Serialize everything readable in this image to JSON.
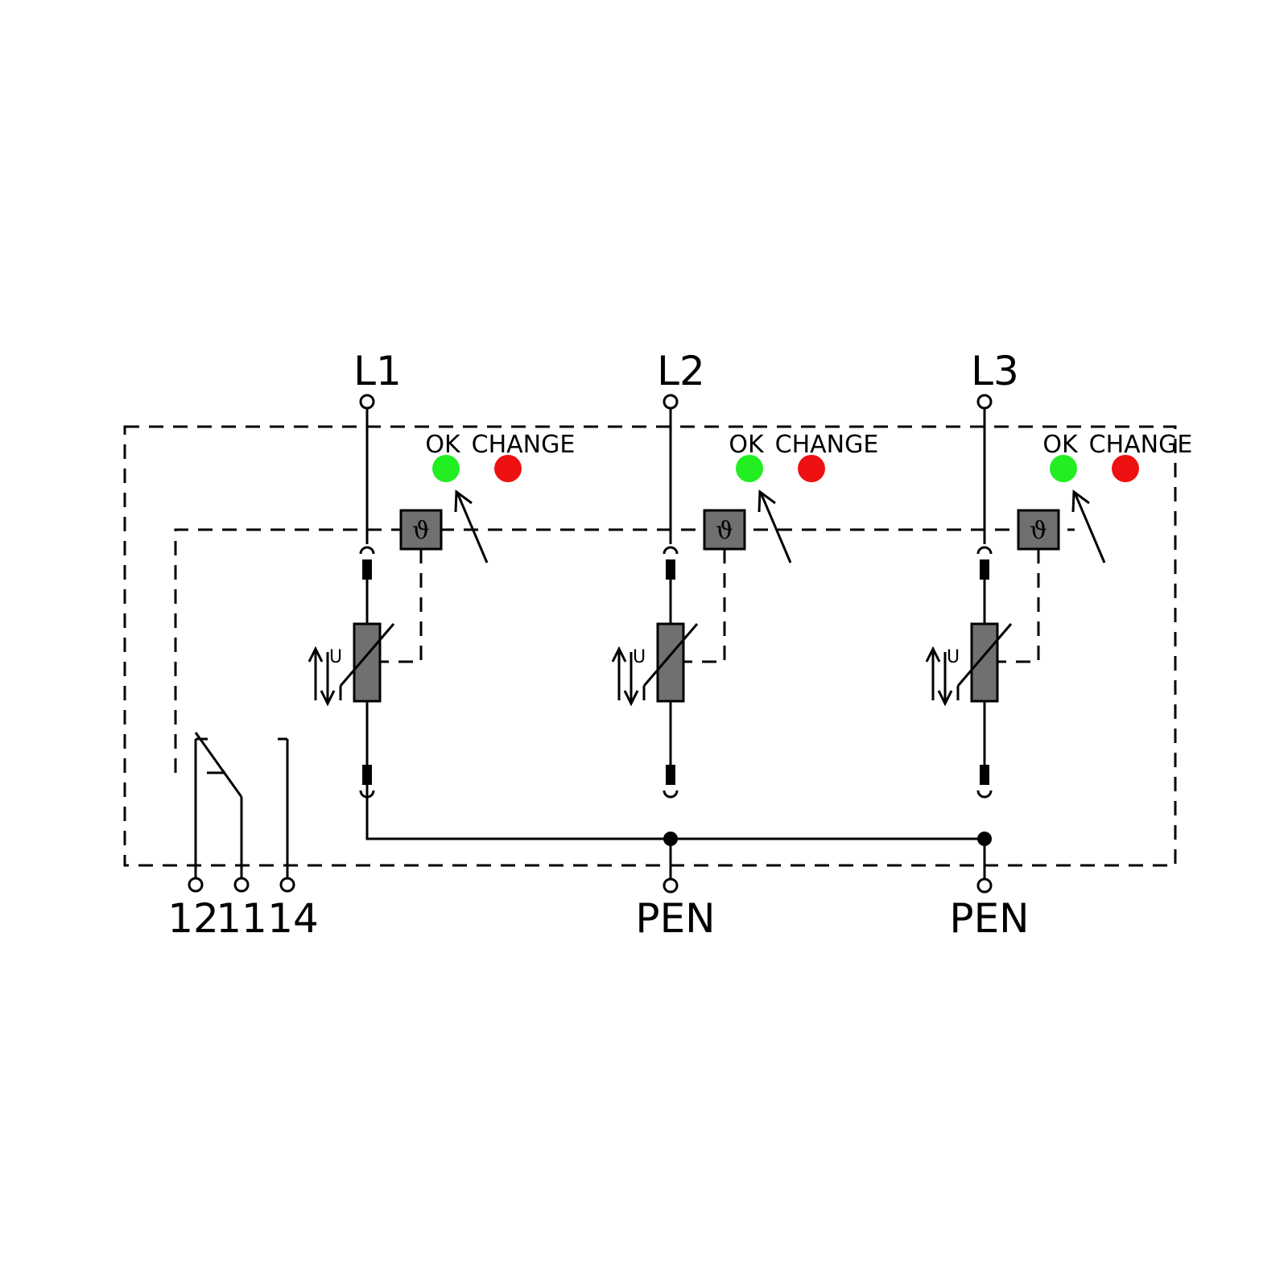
{
  "phases": [
    {
      "label": "L1",
      "ok_label": "OK",
      "change_label": "CHANGE",
      "thermal_symbol": "ϑ",
      "varistor_label": "U"
    },
    {
      "label": "L2",
      "ok_label": "OK",
      "change_label": "CHANGE",
      "thermal_symbol": "ϑ",
      "varistor_label": "U"
    },
    {
      "label": "L3",
      "ok_label": "OK",
      "change_label": "CHANGE",
      "thermal_symbol": "ϑ",
      "varistor_label": "U"
    }
  ],
  "pen_terminals": [
    "PEN",
    "PEN"
  ],
  "contact_terminals": [
    "12",
    "11",
    "14"
  ],
  "colors": {
    "ok_led": "#22ee22",
    "change_led": "#ee1111",
    "component_fill": "#707070",
    "line": "#000000"
  },
  "icons": {
    "ok_led": "green-led-icon",
    "change_led": "red-led-icon",
    "thermal": "thermal-disconnect-icon",
    "varistor": "varistor-icon",
    "relay": "changeover-contact-icon"
  }
}
